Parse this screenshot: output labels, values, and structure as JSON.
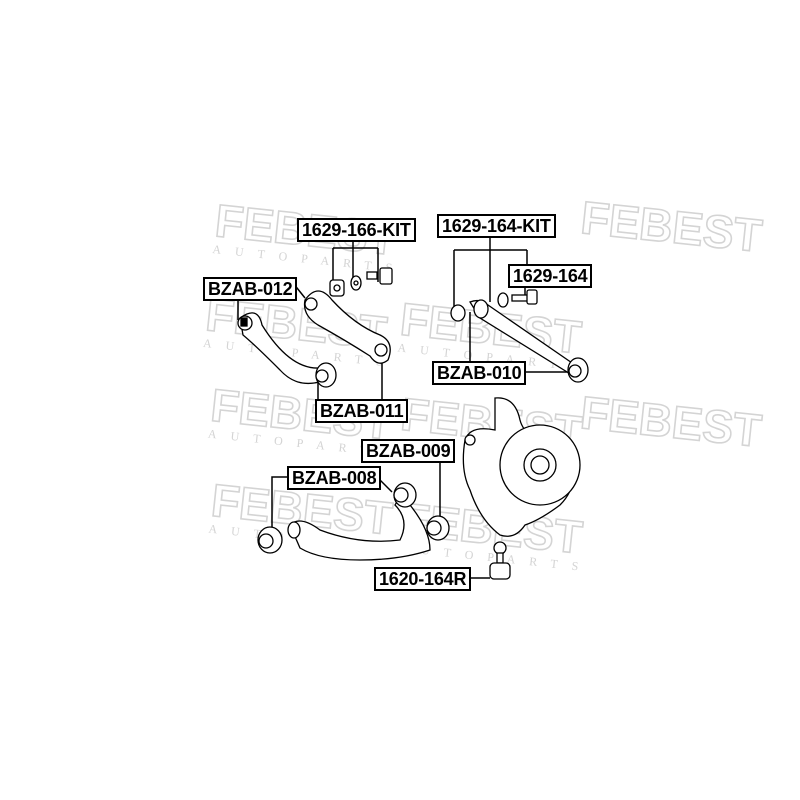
{
  "watermark": {
    "brand": "FEBEST",
    "tagline": "AUTO PARTS"
  },
  "labels": {
    "kit_166": "1629-166-KIT",
    "kit_164": "1629-164-KIT",
    "bolt_164": "1629-164",
    "bzab_012": "BZAB-012",
    "bzab_010": "BZAB-010",
    "bzab_011": "BZAB-011",
    "bzab_009": "BZAB-009",
    "bzab_008": "BZAB-008",
    "ball_joint": "1620-164R"
  },
  "colors": {
    "line": "#000000",
    "watermark": "#d4d4d4",
    "part_fill": "#ffffff"
  }
}
